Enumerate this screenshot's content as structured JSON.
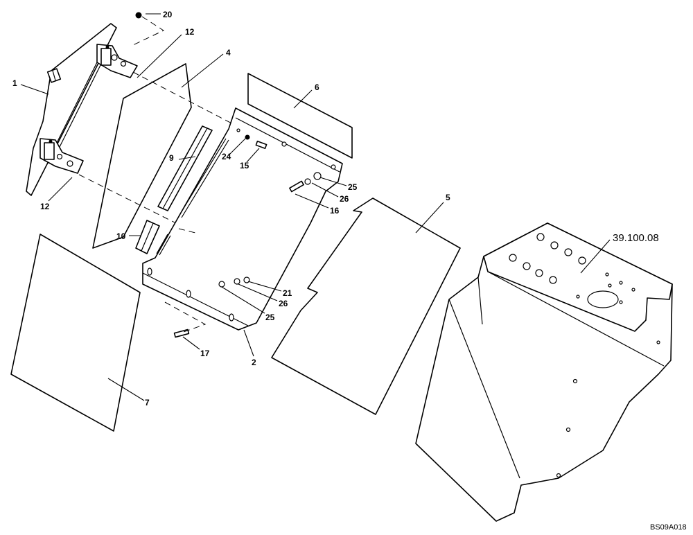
{
  "callouts": {
    "c1": "1",
    "c2": "2",
    "c4": "4",
    "c5": "5",
    "c6": "6",
    "c7": "7",
    "c9": "9",
    "c10": "10",
    "c12a": "12",
    "c12b": "12",
    "c15": "15",
    "c16": "16",
    "c17": "17",
    "c20": "20",
    "c21": "21",
    "c24": "24",
    "c25a": "25",
    "c25b": "25",
    "c26a": "26",
    "c26b": "26"
  },
  "reference": "39.100.08",
  "drawing_code": "BS09A018"
}
